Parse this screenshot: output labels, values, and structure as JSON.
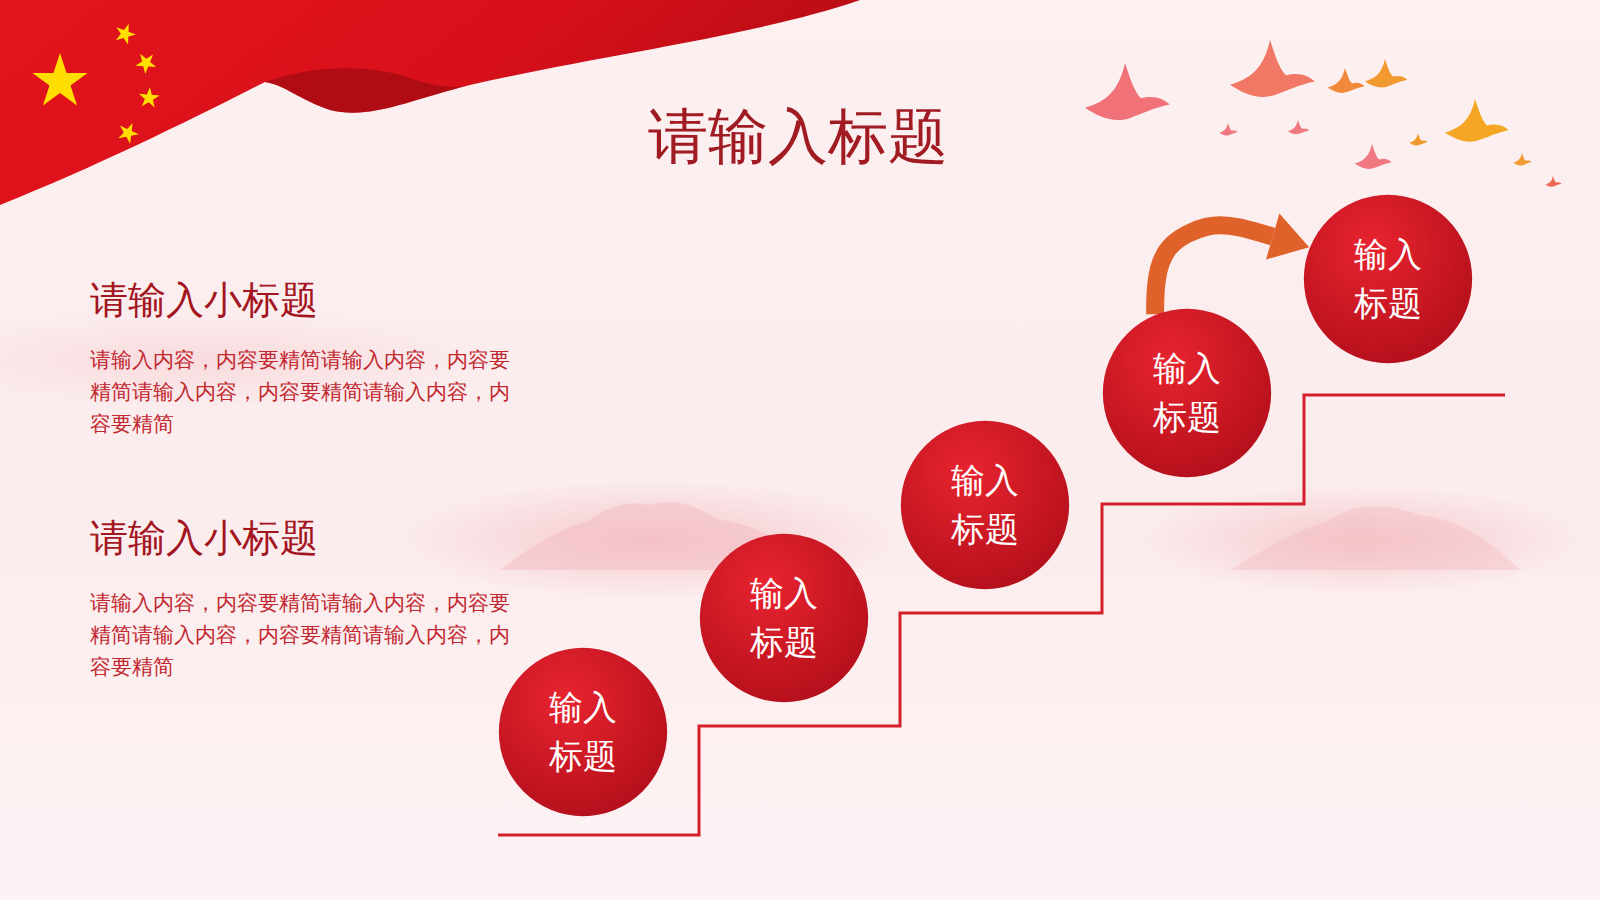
{
  "diagram": {
    "title": "请输入标题",
    "nodes": [
      {
        "text": [
          "输入 标题"
        ]
      },
      {
        "text": [
          "输入 标题"
        ]
      },
      {
        "text": [
          "输入 标题"
        ]
      },
      {
        "text": [
          "输入 标题"
        ]
      },
      {
        "text": [
          "输入 标题"
        ]
      }
    ],
    "edges": [
      {
        "from": 3,
        "to": 4,
        "arrow": "to"
      }
    ],
    "labels": [
      "请输入小标题",
      "请输入内容，内容要精简请输入内容，内容要精简请输入内容，内容要精简请输入内容，内容要精简",
      "请输入小标题",
      "请输入内容，内容要精简请输入内容，内容要精简请输入内容，内容要精简请输入内容，内容要精简"
    ]
  }
}
